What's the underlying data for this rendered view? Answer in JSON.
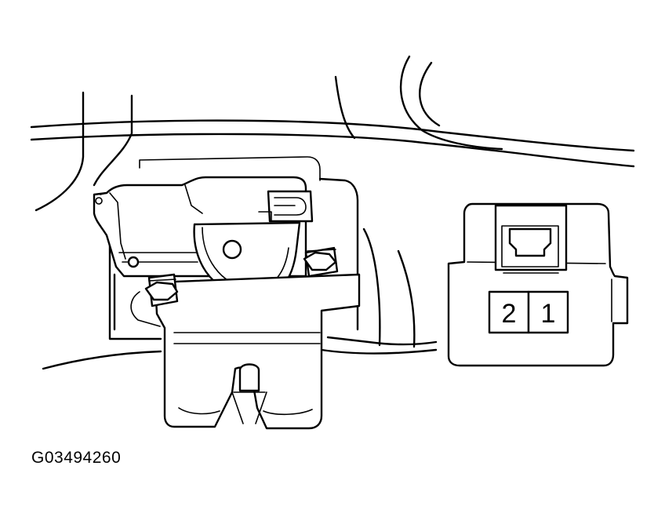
{
  "connector": {
    "pins": [
      "2",
      "1"
    ]
  },
  "figure_id": "G03494260"
}
